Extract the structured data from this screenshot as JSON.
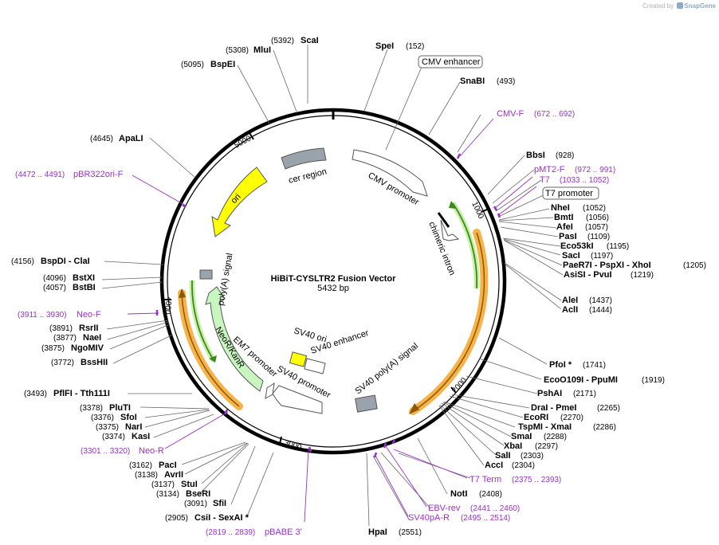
{
  "credit": {
    "prefix": "Created by",
    "brand": "SnapGene"
  },
  "map": {
    "title": "HiBiT-CYSLTR2 Fusion Vector",
    "length_label": "5432 bp",
    "length": 5432
  },
  "ticks": [
    {
      "pos": 1000,
      "label": "1000"
    },
    {
      "pos": 2000,
      "label": "2000"
    },
    {
      "pos": 3000,
      "label": "3000"
    },
    {
      "pos": 4000,
      "label": "4000"
    },
    {
      "pos": 5000,
      "label": "5000"
    }
  ],
  "enzymes": [
    {
      "name": "ScaI",
      "pos": "(5392)"
    },
    {
      "name": "MluI",
      "pos": "(5308)"
    },
    {
      "name": "BspEI",
      "pos": "(5095)"
    },
    {
      "name": "ApaLI",
      "pos": "(4645)"
    },
    {
      "name": "SpeI",
      "pos": "(152)"
    },
    {
      "name": "SnaBI",
      "pos": "(493)"
    },
    {
      "name": "BbsI",
      "pos": "(928)"
    },
    {
      "name": "NheI",
      "pos": "(1052)"
    },
    {
      "name": "BmtI",
      "pos": "(1056)"
    },
    {
      "name": "AfeI",
      "pos": "(1057)"
    },
    {
      "name": "PasI",
      "pos": "(1109)"
    },
    {
      "name": "Eco53kI",
      "pos": "(1195)"
    },
    {
      "name": "SacI",
      "pos": "(1197)"
    },
    {
      "name": "PaeR7I - PspXI - XhoI",
      "pos": "(1205)"
    },
    {
      "name": "AsiSI - PvuI",
      "pos": "(1219)"
    },
    {
      "name": "AleI",
      "pos": "(1437)"
    },
    {
      "name": "AclI",
      "pos": "(1444)"
    },
    {
      "name": "PfoI *",
      "pos": "(1741)"
    },
    {
      "name": "EcoO109I - PpuMI",
      "pos": "(1919)"
    },
    {
      "name": "PshAI",
      "pos": "(2171)"
    },
    {
      "name": "DraI - PmeI",
      "pos": "(2265)"
    },
    {
      "name": "EcoRI",
      "pos": "(2270)"
    },
    {
      "name": "TspMI - XmaI",
      "pos": "(2286)"
    },
    {
      "name": "SmaI",
      "pos": "(2288)"
    },
    {
      "name": "XbaI",
      "pos": "(2297)"
    },
    {
      "name": "SalI",
      "pos": "(2303)"
    },
    {
      "name": "AccI",
      "pos": "(2304)"
    },
    {
      "name": "NotI",
      "pos": "(2408)"
    },
    {
      "name": "HpaI",
      "pos": "(2551)"
    },
    {
      "name": "CsiI - SexAI *",
      "pos": "(2905)"
    },
    {
      "name": "SfiI",
      "pos": "(3091)"
    },
    {
      "name": "BseRI",
      "pos": "(3134)"
    },
    {
      "name": "StuI",
      "pos": "(3137)"
    },
    {
      "name": "AvrII",
      "pos": "(3138)"
    },
    {
      "name": "PacI",
      "pos": "(3162)"
    },
    {
      "name": "KasI",
      "pos": "(3374)"
    },
    {
      "name": "NarI",
      "pos": "(3375)"
    },
    {
      "name": "SfoI",
      "pos": "(3376)"
    },
    {
      "name": "PluTI",
      "pos": "(3378)"
    },
    {
      "name": "PflFI - Tth111I",
      "pos": "(3493)"
    },
    {
      "name": "BssHII",
      "pos": "(3772)"
    },
    {
      "name": "NgoMIV",
      "pos": "(3875)"
    },
    {
      "name": "NaeI",
      "pos": "(3877)"
    },
    {
      "name": "RsrII",
      "pos": "(3891)"
    },
    {
      "name": "BstBI",
      "pos": "(4057)"
    },
    {
      "name": "BstXI",
      "pos": "(4096)"
    },
    {
      "name": "BspDI - ClaI",
      "pos": "(4156)"
    }
  ],
  "primers": [
    {
      "name": "CMV-F",
      "range": "(672 .. 692)"
    },
    {
      "name": "pMT2-F",
      "range": "(972 .. 991)"
    },
    {
      "name": "T7",
      "range": "(1033 .. 1052)"
    },
    {
      "name": "T7 Term",
      "range": "(2375 .. 2393)"
    },
    {
      "name": "EBV-rev",
      "range": "(2441 .. 2460)"
    },
    {
      "name": "SV40pA-R",
      "range": "(2495 .. 2514)"
    },
    {
      "name": "pBABE 3'",
      "range": "(2819 .. 2839)"
    },
    {
      "name": "Neo-R",
      "range": "(3301 .. 3320)"
    },
    {
      "name": "Neo-F",
      "range": "(3911 .. 3930)"
    },
    {
      "name": "pBR322ori-F",
      "range": "(4472 .. 4491)"
    }
  ],
  "boxed_labels": [
    "CMV enhancer",
    "T7 promoter"
  ],
  "features": [
    {
      "label": "CMV promoter",
      "color": "#ffffff"
    },
    {
      "label": "chimeric intron",
      "color": "#ffffff"
    },
    {
      "label": "SV40 poly(A) signal",
      "color": "#9aa2ab"
    },
    {
      "label": "SV40 promoter",
      "color": "#ffffff"
    },
    {
      "label": "SV40 ori",
      "color": "#ffff00"
    },
    {
      "label": "SV40 enhancer",
      "color": "#ffffff"
    },
    {
      "label": "EM7 promoter",
      "color": "#ffffff"
    },
    {
      "label": "NeoR/KanR",
      "color": "#c8f5c0"
    },
    {
      "label": "poly(A) signal",
      "color": "#9aa2ab"
    },
    {
      "label": "ori",
      "color": "#ffff00"
    },
    {
      "label": "cer region",
      "color": "#9aa2ab"
    }
  ],
  "colors": {
    "enzyme": "#000000",
    "primer": "#9b30c8",
    "orf_orange": "#f7b24a",
    "orf_green": "#3a8a1a",
    "feature_gray": "#9aa2ab",
    "ori_yellow": "#ffff00",
    "neo_green": "#c8f5c0"
  }
}
